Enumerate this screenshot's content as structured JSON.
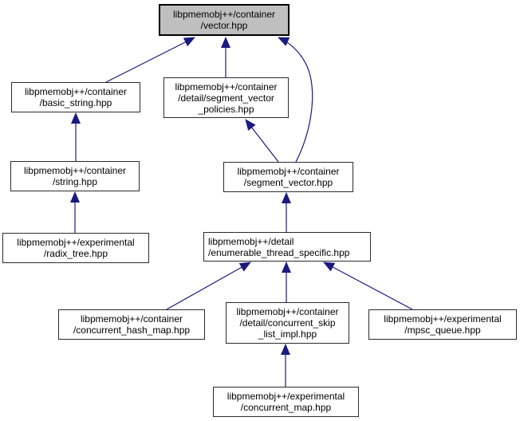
{
  "graph": {
    "description": "Include dependency graph for libpmemobj++/container/vector.hpp",
    "colors": {
      "edge": "#1a1a80",
      "node_border": "#2b2b2b",
      "node_fill": "#ffffff",
      "highlight_fill": "#bfbfbf",
      "text": "#000000",
      "background": "#ffffff"
    },
    "nodes": [
      {
        "id": "vector",
        "label": "libpmemobj++/container\n/vector.hpp",
        "highlighted": true
      },
      {
        "id": "basic-string",
        "label": "libpmemobj++/container\n/basic_string.hpp",
        "highlighted": false
      },
      {
        "id": "segment-vector-policies",
        "label": "libpmemobj++/container\n/detail/segment_vector\n_policies.hpp",
        "highlighted": false
      },
      {
        "id": "string",
        "label": "libpmemobj++/container\n/string.hpp",
        "highlighted": false
      },
      {
        "id": "segment-vector",
        "label": "libpmemobj++/container\n/segment_vector.hpp",
        "highlighted": false
      },
      {
        "id": "radix-tree",
        "label": "libpmemobj++/experimental\n/radix_tree.hpp",
        "highlighted": false
      },
      {
        "id": "enumerable-thread-specific",
        "label": "libpmemobj++/detail\n/enumerable_thread_specific.hpp",
        "highlighted": false
      },
      {
        "id": "concurrent-hash-map",
        "label": "libpmemobj++/container\n/concurrent_hash_map.hpp",
        "highlighted": false
      },
      {
        "id": "concurrent-skip-list-impl",
        "label": "libpmemobj++/container\n/detail/concurrent_skip\n_list_impl.hpp",
        "highlighted": false
      },
      {
        "id": "mpsc-queue",
        "label": "libpmemobj++/experimental\n/mpsc_queue.hpp",
        "highlighted": false
      },
      {
        "id": "concurrent-map",
        "label": "libpmemobj++/experimental\n/concurrent_map.hpp",
        "highlighted": false
      }
    ],
    "edges": [
      {
        "from": "basic-string",
        "to": "vector"
      },
      {
        "from": "segment-vector-policies",
        "to": "vector"
      },
      {
        "from": "segment-vector",
        "to": "vector"
      },
      {
        "from": "segment-vector",
        "to": "segment-vector-policies"
      },
      {
        "from": "string",
        "to": "basic-string"
      },
      {
        "from": "radix-tree",
        "to": "string"
      },
      {
        "from": "enumerable-thread-specific",
        "to": "segment-vector"
      },
      {
        "from": "concurrent-hash-map",
        "to": "enumerable-thread-specific"
      },
      {
        "from": "concurrent-skip-list-impl",
        "to": "enumerable-thread-specific"
      },
      {
        "from": "mpsc-queue",
        "to": "enumerable-thread-specific"
      },
      {
        "from": "concurrent-map",
        "to": "concurrent-skip-list-impl"
      }
    ]
  }
}
